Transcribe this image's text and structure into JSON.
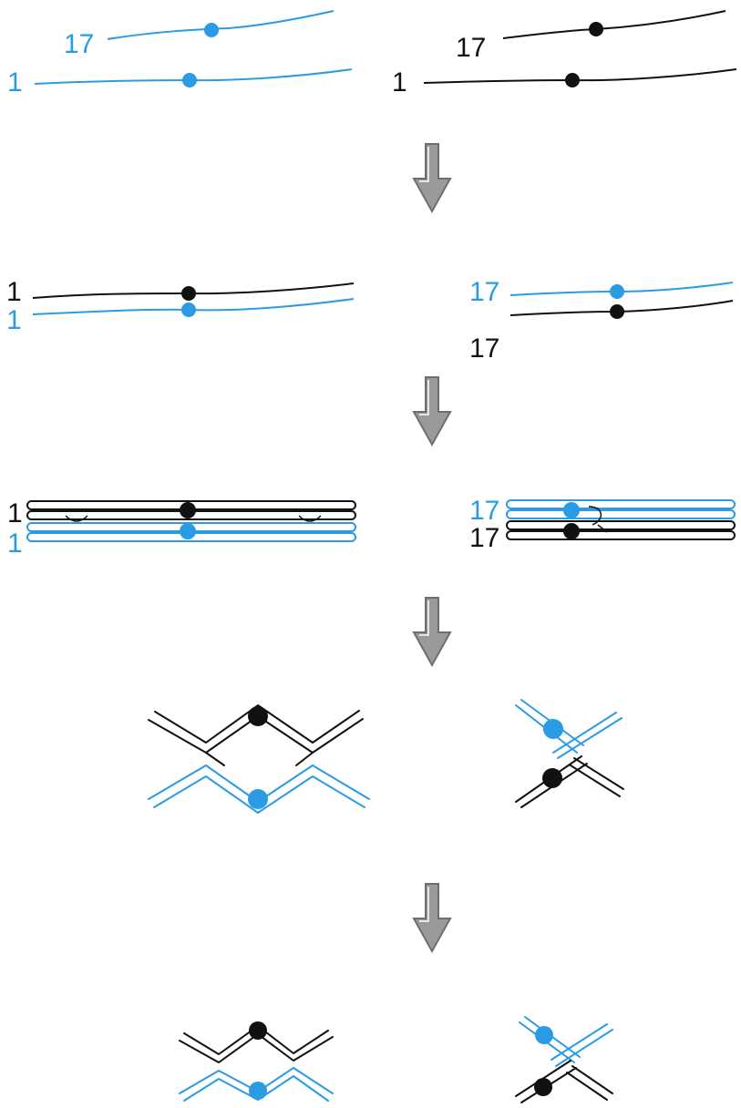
{
  "colors": {
    "black": "#111111",
    "blue": "#2b9be3",
    "arrow_fill": "#9a9a9a",
    "arrow_stroke": "#6e6e6e"
  },
  "icons": {
    "step_arrow": "down-arrow-icon",
    "centromere": "centromere-dot"
  },
  "labels": {
    "stage1": {
      "blue_17": "17",
      "blue_1": "1",
      "black_17": "17",
      "black_1": "1"
    },
    "stage2": {
      "black_1": "1",
      "blue_1": "1",
      "blue_17": "17",
      "black_17": "17"
    },
    "stage3": {
      "black_1": "1",
      "blue_1": "1",
      "blue_17": "17",
      "black_17": "17"
    }
  }
}
